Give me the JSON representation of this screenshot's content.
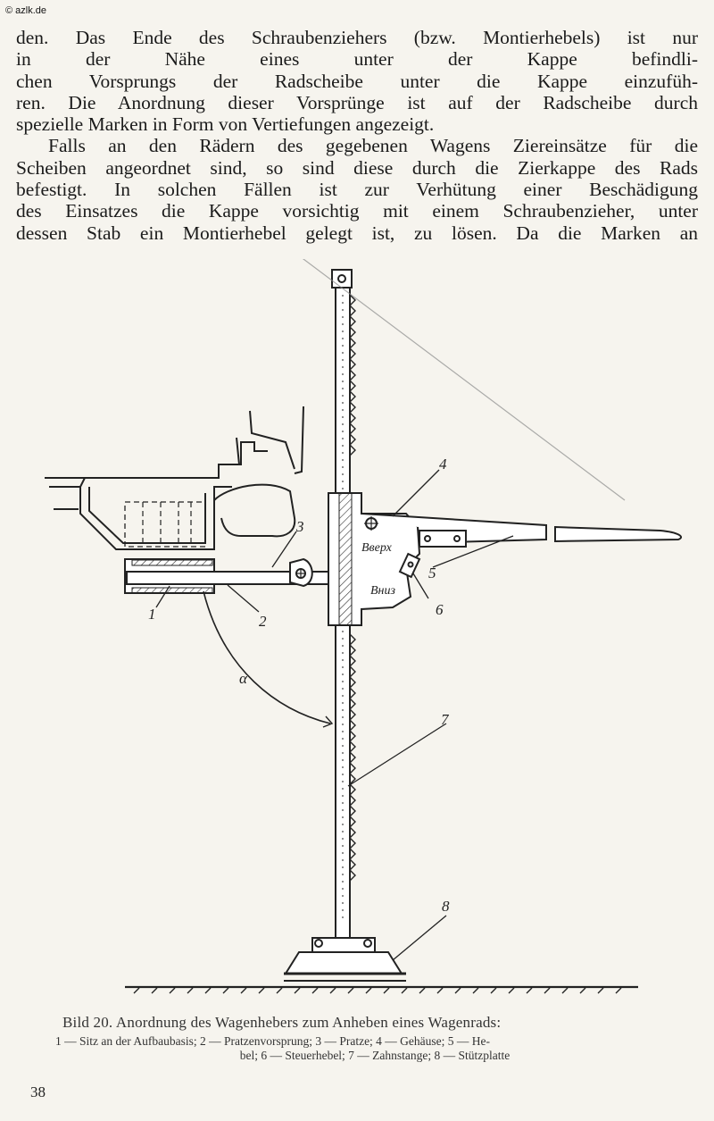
{
  "copyright": "© azlk.de",
  "body_lines": [
    "den. Das Ende des Schraubenziehers (bzw. Montierhebels) ist nur",
    "in der Nähe eines unter der Kappe befindli-",
    "chen Vorsprungs der Radscheibe unter die Kappe einzufüh-",
    "ren. Die Anordnung dieser Vorsprünge ist auf der Radscheibe durch",
    "spezielle Marken in Form von Vertiefungen angezeigt.",
    "Falls an den Rädern des gegebenen Wagens Ziereinsätze für die",
    "Scheiben angeordnet sind, so sind diese durch die Zierkappe des Rads",
    "befestigt. In solchen Fällen ist zur Verhütung einer Beschädigung",
    "des Einsatzes die Kappe vorsichtig mit einem Schraubenzieher, unter",
    "dessen Stab ein Montierhebel gelegt ist, zu lösen. Da die Marken an"
  ],
  "figure": {
    "labels": {
      "n1": "1",
      "n2": "2",
      "n3": "3",
      "n4": "4",
      "n5": "5",
      "n6": "6",
      "n7": "7",
      "n8": "8",
      "alpha": "α"
    },
    "plate_up": "Вверх",
    "plate_down": "Вниз"
  },
  "caption": {
    "title": "Bild 20. Anordnung des Wagenhebers zum Anheben eines Wagenrads:",
    "legend_line1": "1 — Sitz an der Aufbaubasis; 2 — Pratzenvorsprung; 3 — Pratze; 4 — Gehäuse; 5 — He-",
    "legend_line2": "bel; 6 — Steuerhebel; 7 — Zahnstange; 8 — Stützplatte"
  },
  "page_number": "38"
}
